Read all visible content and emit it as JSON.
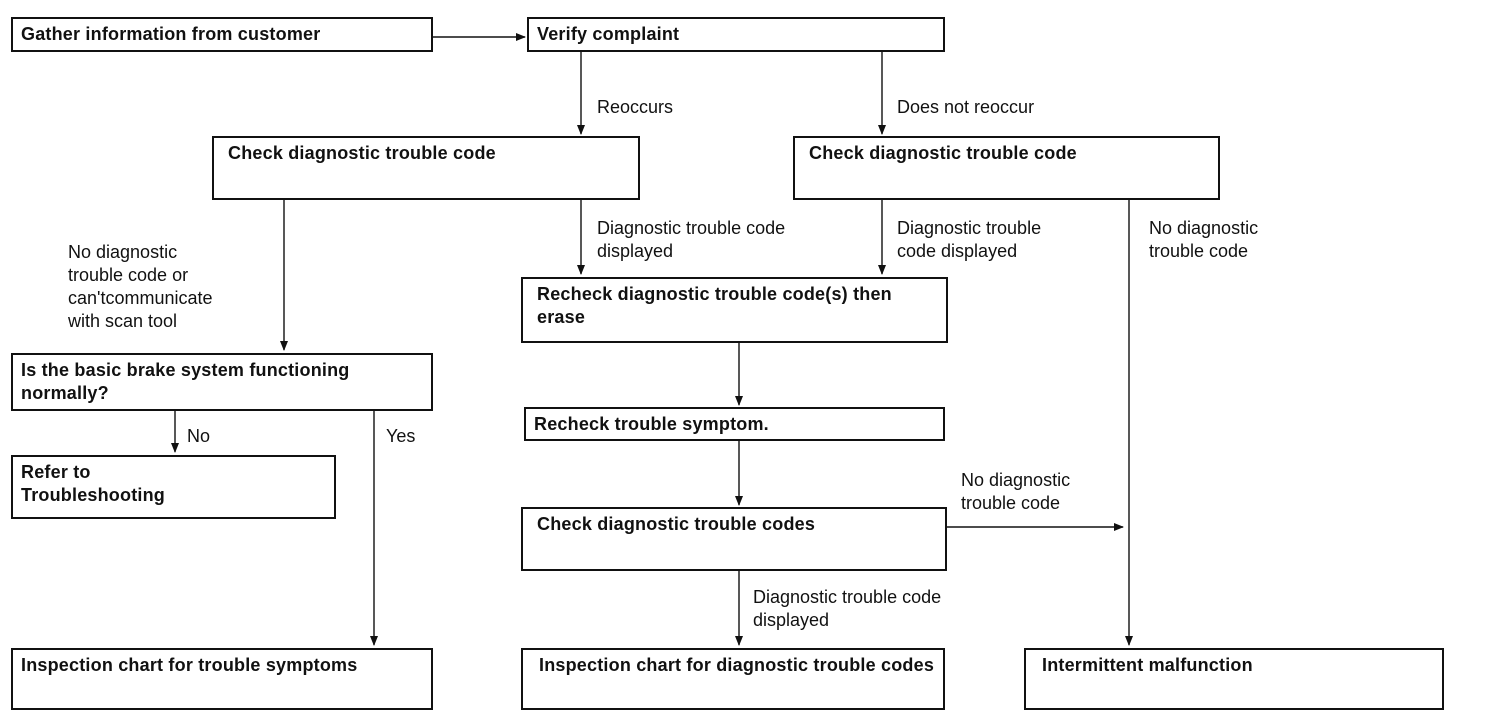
{
  "nodes": {
    "gather": "Gather information from customer",
    "verify": "Verify complaint",
    "check_dtc_left": "Check diagnostic trouble code",
    "check_dtc_right": "Check diagnostic trouble code",
    "basic_brake": "Is the basic brake system functioning normally?",
    "refer": "Refer    to\nTroubleshooting",
    "recheck_codes": "Recheck diagnostic trouble code(s) then erase",
    "recheck_symptom": "Recheck trouble symptom.",
    "check_codes": "Check diagnostic trouble codes",
    "chart_symptoms": "Inspection chart for trouble symptoms",
    "chart_codes": "Inspection chart for diagnostic trouble codes",
    "intermittent": "Intermittent malfunction"
  },
  "edge_labels": {
    "reoccurs": "Reoccurs",
    "not_reoccur": "Does not reoccur",
    "no_dtc_or_comm": "No diagnostic\ntrouble code or\ncan'tcommunicate\nwith scan tool",
    "dtc_displayed_1": "Diagnostic trouble code\ndisplayed",
    "dtc_displayed_2": "Diagnostic     trouble\ncode displayed",
    "no_dtc_right": "No diagnostic\ntrouble code",
    "no": "No",
    "yes": "Yes",
    "no_dtc_mid": "No diagnostic\ntrouble code",
    "dtc_displayed_3": "Diagnostic trouble code\ndisplayed"
  }
}
